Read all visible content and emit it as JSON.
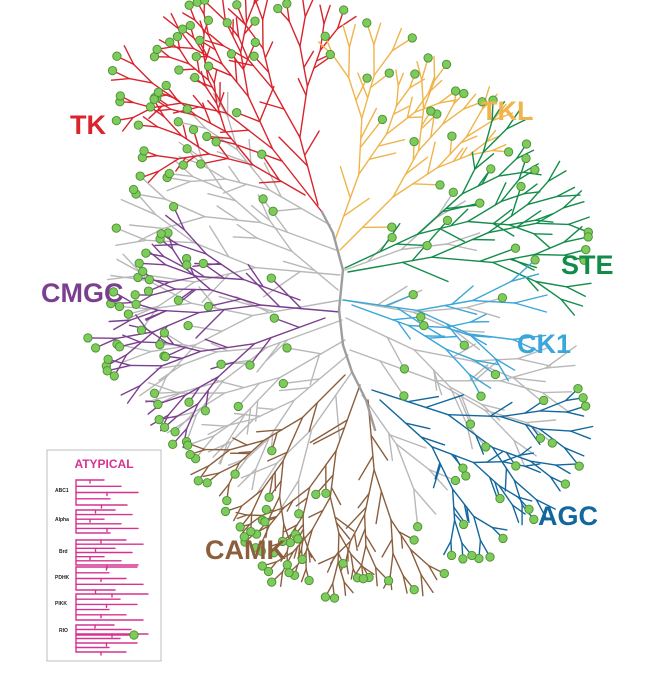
{
  "groups": [
    {
      "key": "tk",
      "label": "TK",
      "color": "#d9232d"
    },
    {
      "key": "tkl",
      "label": "TKL",
      "color": "#f0b44a"
    },
    {
      "key": "ste",
      "label": "STE",
      "color": "#138c4a"
    },
    {
      "key": "ck1",
      "label": "CK1",
      "color": "#3aa6d9"
    },
    {
      "key": "agc",
      "label": "AGC",
      "color": "#12679e"
    },
    {
      "key": "camk",
      "label": "CAMK",
      "color": "#8b5e3c"
    },
    {
      "key": "cmgc",
      "label": "CMGC",
      "color": "#7b3f8f"
    }
  ],
  "other_branch_color": "#b8b8b8",
  "trunk_color": "#9e9e9e",
  "hit_color": "#7dcb5b",
  "atypical": {
    "title": "ATYPICAL",
    "color": "#d6338f",
    "families": [
      "ABC1",
      "Alpha",
      "Brd",
      "PDHK",
      "PIKK",
      "RIO"
    ]
  }
}
